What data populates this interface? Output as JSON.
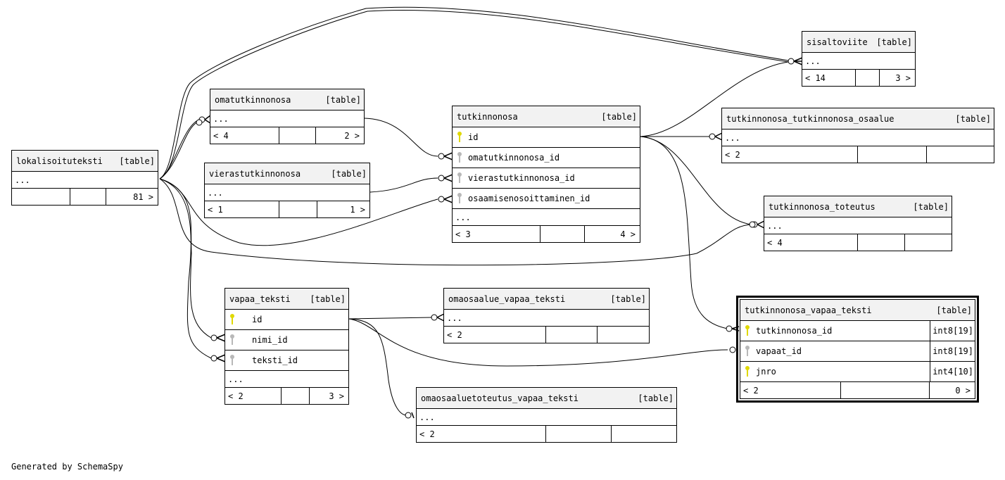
{
  "tag_label": "[table]",
  "tables": {
    "lokalisoituteksti": {
      "name": "lokalisoituteksti",
      "footer": [
        "",
        "",
        "81 >"
      ]
    },
    "omatutkinnonosa": {
      "name": "omatutkinnonosa",
      "footer": [
        "< 4",
        "",
        "2 >"
      ]
    },
    "vierastutkinnonosa": {
      "name": "vierastutkinnonosa",
      "footer": [
        "< 1",
        "",
        "1 >"
      ]
    },
    "tutkinnonosa": {
      "name": "tutkinnonosa",
      "columns": [
        "id",
        "omatutkinnonosa_id",
        "vierastutkinnonosa_id",
        "osaamisenosoittaminen_id"
      ],
      "footer": [
        "< 3",
        "",
        "4 >"
      ]
    },
    "sisaltoviite": {
      "name": "sisaltoviite",
      "footer": [
        "< 14",
        "",
        "3 >"
      ]
    },
    "tutkinnonosa_tutkinnonosa_osaalue": {
      "name": "tutkinnonosa_tutkinnonosa_osaalue",
      "footer": [
        "< 2",
        "",
        ""
      ]
    },
    "tutkinnonosa_toteutus": {
      "name": "tutkinnonosa_toteutus",
      "footer": [
        "< 4",
        "",
        ""
      ]
    },
    "vapaa_teksti": {
      "name": "vapaa_teksti",
      "columns": [
        "id",
        "nimi_id",
        "teksti_id"
      ],
      "footer": [
        "< 2",
        "",
        "3 >"
      ]
    },
    "omaosaalue_vapaa_teksti": {
      "name": "omaosaalue_vapaa_teksti",
      "footer": [
        "< 2",
        "",
        ""
      ]
    },
    "omaosaaluetoteutus_vapaa_teksti": {
      "name": "omaosaaluetoteutus_vapaa_teksti",
      "footer": [
        "< 2",
        "",
        ""
      ]
    },
    "tutkinnonosa_vapaa_teksti": {
      "name": "tutkinnonosa_vapaa_teksti",
      "columns": [
        {
          "name": "tutkinnonosa_id",
          "type": "int8[19]"
        },
        {
          "name": "vapaat_id",
          "type": "int8[19]"
        },
        {
          "name": "jnro",
          "type": "int4[10]"
        }
      ],
      "footer": [
        "< 2",
        "",
        "0 >"
      ]
    }
  },
  "ellipsis": "...",
  "footer_text": "Generated by SchemaSpy"
}
